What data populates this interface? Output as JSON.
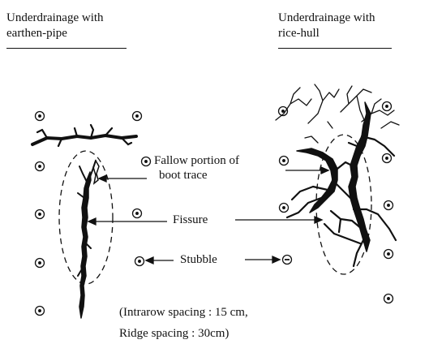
{
  "headings": {
    "left": [
      "Underdrainage with",
      "earthen-pipe"
    ],
    "right": [
      "Underdrainage with",
      "rice-hull"
    ]
  },
  "labels": {
    "fallow": [
      "Fallow portion of",
      "boot trace"
    ],
    "fissure": "Fissure",
    "stubble": "Stubble",
    "spacing": [
      "(Intrarow spacing : 15 cm,",
      "Ridge spacing : 30cm)"
    ]
  },
  "icons": {
    "stubble_marker": "circled-dot-icon"
  },
  "colors": {
    "ink": "#111111",
    "background": "#ffffff"
  }
}
